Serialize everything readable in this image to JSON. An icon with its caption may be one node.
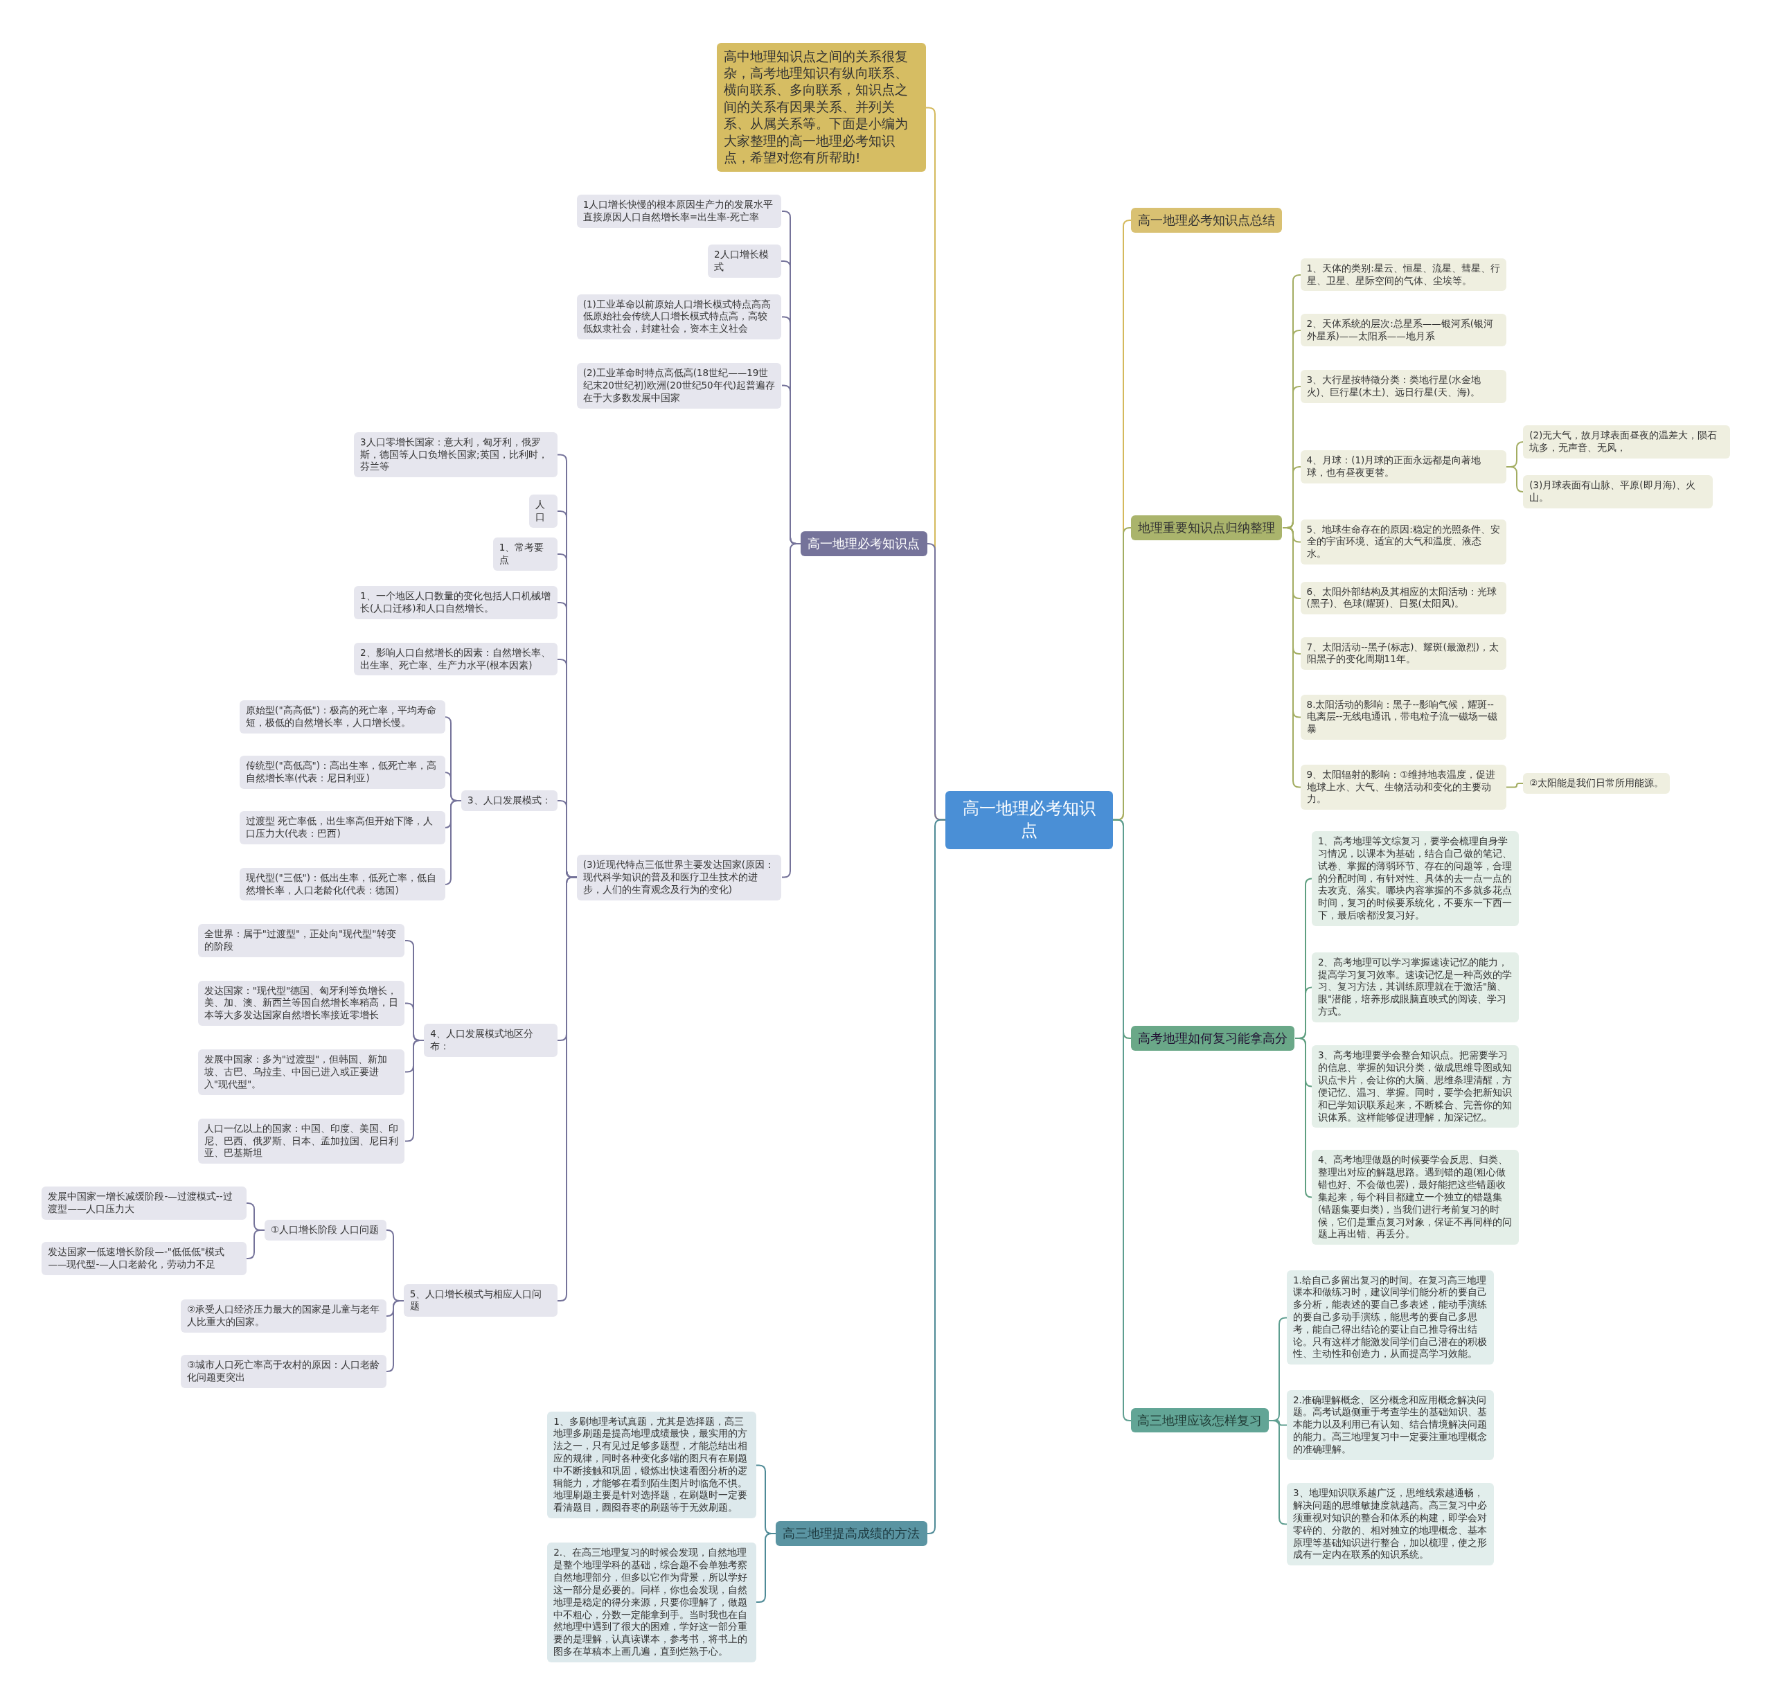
{
  "diagram": {
    "nodes": [
      {
        "text": [
          "高一地理必考知识点"
        ]
      },
      {
        "text": [
          "高中地理知识点之间的关系很复杂，高考地理知识有纵向联系、横向联系、多向联系，知识点之间的关系有因果关系、并列关系、从属关系等。下面是小编为大家整理的高一地理必考知识点，希望对您有所帮助!"
        ]
      },
      {
        "text": [
          "高一地理必考知识点"
        ]
      },
      {
        "text": [
          "1人口增长快慢的根本原因生产力的发展水平直接原因人口自然增长率=出生率-死亡率"
        ]
      },
      {
        "text": [
          "2人口增长模式"
        ]
      },
      {
        "text": [
          "(1)工业革命以前原始人口增长模式特点高高低原始社会传统人口增长模式特点高，高较低奴隶社会，封建社会，资本主义社会"
        ]
      },
      {
        "text": [
          "(2)工业革命时特点高低高(18世纪——19世纪末20世纪初)欧洲(20世纪50年代)起普遍存在于大多数发展中国家"
        ]
      },
      {
        "text": [
          "(3)近现代特点三低世界主要发达国家(原因：现代科学知识的普及和医疗卫生技术的进步，人们的生育观念及行为的变化)"
        ]
      },
      {
        "text": [
          "3人口零增长国家：意大利，匈牙利，俄罗斯，德国等人口负增长国家;英国，比利时，芬兰等"
        ]
      },
      {
        "text": [
          "人口"
        ]
      },
      {
        "text": [
          "1、常考要点"
        ]
      },
      {
        "text": [
          "1、一个地区人口数量的变化包括人口机械增长(人口迁移)和人口自然增长。"
        ]
      },
      {
        "text": [
          "2、影响人口自然增长的因素：自然增长率、出生率、死亡率、生产力水平(根本因素)"
        ]
      },
      {
        "text": [
          "3、人口发展模式："
        ]
      },
      {
        "text": [
          "原始型(\"高高低\")：极高的死亡率，平均寿命短，极低的自然增长率，人口增长慢。"
        ]
      },
      {
        "text": [
          "传统型(\"高低高\")：高出生率，低死亡率，高自然增长率(代表：尼日利亚)"
        ]
      },
      {
        "text": [
          "过渡型 死亡率低，出生率高但开始下降，人口压力大(代表：巴西)"
        ]
      },
      {
        "text": [
          "现代型(\"三低\")：低出生率，低死亡率，低自然增长率，人口老龄化(代表：德国)"
        ]
      },
      {
        "text": [
          "4、人口发展模式地区分布："
        ]
      },
      {
        "text": [
          "全世界：属于\"过渡型\"，正处向\"现代型\"转变的阶段"
        ]
      },
      {
        "text": [
          "发达国家：\"现代型\"德国、匈牙利等负增长，美、加、澳、新西兰等国自然增长率稍高，日本等大多发达国家自然增长率接近零增长"
        ]
      },
      {
        "text": [
          "发展中国家：多为\"过渡型\"，但韩国、新加坡、古巴、乌拉圭、中国已进入或正要进入\"现代型\"。"
        ]
      },
      {
        "text": [
          "人口一亿以上的国家：中国、印度、美国、印尼、巴西、俄罗斯、日本、孟加拉国、尼日利亚、巴基斯坦"
        ]
      },
      {
        "text": [
          "5、人口增长模式与相应人口问题"
        ]
      },
      {
        "text": [
          "①人口增长阶段 人口问题"
        ]
      },
      {
        "text": [
          "发展中国家一增长减缓阶段-—过渡模式--过渡型——人口压力大"
        ]
      },
      {
        "text": [
          "发达国家一低速增长阶段—-\"低低低\"模式——现代型-—人口老龄化，劳动力不足"
        ]
      },
      {
        "text": [
          "②承受人口经济压力最大的国家是儿童与老年人比重大的国家。"
        ]
      },
      {
        "text": [
          "③城市人口死亡率高于农村的原因：人口老龄化问题更突出"
        ]
      },
      {
        "text": [
          "高三地理提高成绩的方法"
        ]
      },
      {
        "text": [
          "1、多刷地理考试真题，尤其是选择题，高三地理多刷题是提高地理成绩最快，最实用的方法之一，只有见过足够多题型，才能总结出相应的规律，同时各种变化多端的图只有在刷题中不断接触和巩固，锻炼出快速看图分析的逻辑能力，才能够在看到陌生图片时临危不惧。地理刷题主要是针对选择题，在刷题时一定要看清题目，囫囵吞枣的刷题等于无效刷题。"
        ]
      },
      {
        "text": [
          "2.、在高三地理复习的时候会发现，自然地理是整个地理学科的基础，综合题不会单独考察自然地理部分，但多以它作为背景，所以学好这一部分是必要的。同样，你也会发现，自然地理是稳定的得分来源，只要你理解了，做题中不粗心，分数一定能拿到手。当时我也在自然地理中遇到了很大的困难，学好这一部分重要的是理解，认真读课本，参考书，将书上的图多在草稿本上画几遍，直到烂熟于心。"
        ]
      },
      {
        "text": [
          "高一地理必考知识点总结"
        ]
      },
      {
        "text": [
          "地理重要知识点归纳整理"
        ]
      },
      {
        "text": [
          "1、天体的类别:星云、恒星、流星、彗星、行星、卫星、星际空间的气体、尘埃等。"
        ]
      },
      {
        "text": [
          "2、天体系统的层次:总星系——银河系(银河外星系)——太阳系——地月系"
        ]
      },
      {
        "text": [
          "3、大行星按特徵分类：类地行星(水金地火)、巨行星(木土)、远日行星(天、海)。"
        ]
      },
      {
        "text": [
          "4、月球：(1)月球的正面永远都是向著地球，也有昼夜更替。"
        ]
      },
      {
        "text": [
          "(2)无大气，故月球表面昼夜的温差大，陨石坑多，无声音、无风，"
        ]
      },
      {
        "text": [
          "(3)月球表面有山脉、平原(即月海)、火山。"
        ]
      },
      {
        "text": [
          "5、地球生命存在的原因:稳定的光照条件、安全的宇宙环境、适宜的大气和温度、液态水。"
        ]
      },
      {
        "text": [
          "6、太阳外部结构及其相应的太阳活动：光球(黑子)、色球(耀斑)、日冕(太阳风)。"
        ]
      },
      {
        "text": [
          "7、太阳活动--黑子(标志)、耀斑(最激烈)，太阳黑子的变化周期11年。"
        ]
      },
      {
        "text": [
          "8.太阳活动的影响：黑子--影响气候，耀斑--电离层--无线电通讯，带电粒子流一磁场一磁暴"
        ]
      },
      {
        "text": [
          "9、太阳辐射的影响：①维持地表温度，促进地球上水、大气、生物活动和变化的主要动力。"
        ]
      },
      {
        "text": [
          "②太阳能是我们日常所用能源。"
        ]
      },
      {
        "text": [
          "高考地理如何复习能拿高分"
        ]
      },
      {
        "text": [
          "1、高考地理等文综复习，要学会梳理自身学习情况，以课本为基础，结合自己做的笔记、试卷、掌握的薄弱环节、存在的问题等，合理的分配时间，有针对性、具体的去一点一点的去攻克、落实。哪块内容掌握的不多就多花点时间，复习的时候要系统化，不要东一下西一下，最后啥都没复习好。"
        ]
      },
      {
        "text": [
          "2、高考地理可以学习掌握速读记忆的能力，提高学习复习效率。速读记忆是一种高效的学习、复习方法，其训练原理就在于激活\"脑、眼\"潜能，培养形成眼脑直映式的阅读、学习方式。"
        ]
      },
      {
        "text": [
          "3、高考地理要学会整合知识点。把需要学习的信息、掌握的知识分类，做成思维导图或知识点卡片，会让你的大脑、思维条理清醒，方便记忆、温习、掌握。同时，要学会把新知识和已学知识联系起来，不断糅合、完善你的知识体系。这样能够促进理解，加深记忆。"
        ]
      },
      {
        "text": [
          "4、高考地理做题的时候要学会反思、归类、整理出对应的解题思路。遇到错的题(粗心做错也好、不会做也罢)，最好能把这些错题收集起来，每个科目都建立一个独立的错题集(错题集要归类)，当我们进行考前复习的时候，它们是重点复习对象，保证不再同样的问题上再出错、再丢分。"
        ]
      },
      {
        "text": [
          "高三地理应该怎样复习"
        ]
      },
      {
        "text": [
          "1.给自己多留出复习的时间。在复习高三地理课本和做练习时，建议同学们能分析的要自己多分析，能表述的要自己多表述，能动手演练的要自己多动手演练，能思考的要自己多思考，能自己得出结论的要让自己推导得出结论。只有这样才能激发同学们自己潜在的积极性、主动性和创造力，从而提高学习效能。"
        ]
      },
      {
        "text": [
          "2.准确理解概念、区分概念和应用概念解决问题。高考试题侧重于考查学生的基础知识、基本能力以及利用已有认知、结合情境解决问题的能力。高三地理复习中一定要注重地理概念的准确理解。"
        ]
      },
      {
        "text": [
          "3、地理知识联系越广泛，思维线索越通畅，解决问题的思维敏捷度就越高。高三复习中必须重视对知识的整合和体系的构建，即学会对零碎的、分散的、相对独立的地理概念、基本原理等基础知识进行整合，加以梳理，使之形成有一定内在联系的知识系统。"
        ]
      }
    ],
    "edges": [
      {
        "from": 0,
        "to": 1,
        "arrow": "none",
        "color": "#d4b95c"
      },
      {
        "from": 0,
        "to": 2,
        "arrow": "none"
      },
      {
        "from": 0,
        "to": 29,
        "arrow": "none",
        "color": "#4e8a96"
      },
      {
        "from": 0,
        "to": 32,
        "arrow": "none",
        "color": "#d4b95c"
      },
      {
        "from": 0,
        "to": 33,
        "arrow": "none",
        "color": "#a3ad62"
      },
      {
        "from": 0,
        "to": 46,
        "arrow": "none",
        "color": "#5f9f80"
      },
      {
        "from": 0,
        "to": 51,
        "arrow": "none",
        "color": "#5e9e90"
      },
      {
        "from": 2,
        "to": 3,
        "arrow": "none"
      },
      {
        "from": 2,
        "to": 4,
        "arrow": "none"
      },
      {
        "from": 2,
        "to": 5,
        "arrow": "none"
      },
      {
        "from": 2,
        "to": 6,
        "arrow": "none"
      },
      {
        "from": 2,
        "to": 7,
        "arrow": "none"
      },
      {
        "from": 7,
        "to": 8,
        "arrow": "none"
      },
      {
        "from": 7,
        "to": 9,
        "arrow": "none"
      },
      {
        "from": 7,
        "to": 10,
        "arrow": "none"
      },
      {
        "from": 7,
        "to": 11,
        "arrow": "none"
      },
      {
        "from": 7,
        "to": 12,
        "arrow": "none"
      },
      {
        "from": 7,
        "to": 13,
        "arrow": "none"
      },
      {
        "from": 13,
        "to": 14,
        "arrow": "none"
      },
      {
        "from": 13,
        "to": 15,
        "arrow": "none"
      },
      {
        "from": 13,
        "to": 16,
        "arrow": "none"
      },
      {
        "from": 13,
        "to": 17,
        "arrow": "none"
      },
      {
        "from": 7,
        "to": 18,
        "arrow": "none"
      },
      {
        "from": 18,
        "to": 19,
        "arrow": "none"
      },
      {
        "from": 18,
        "to": 20,
        "arrow": "none"
      },
      {
        "from": 18,
        "to": 21,
        "arrow": "none"
      },
      {
        "from": 18,
        "to": 22,
        "arrow": "none"
      },
      {
        "from": 7,
        "to": 23,
        "arrow": "none"
      },
      {
        "from": 23,
        "to": 24,
        "arrow": "none"
      },
      {
        "from": 24,
        "to": 25,
        "arrow": "none"
      },
      {
        "from": 24,
        "to": 26,
        "arrow": "none"
      },
      {
        "from": 23,
        "to": 27,
        "arrow": "none"
      },
      {
        "from": 23,
        "to": 28,
        "arrow": "none"
      },
      {
        "from": 29,
        "to": 30,
        "arrow": "none",
        "color": "#4e8a96"
      },
      {
        "from": 29,
        "to": 31,
        "arrow": "none",
        "color": "#4e8a96"
      },
      {
        "from": 33,
        "to": 34,
        "arrow": "none",
        "color": "#a3ad62"
      },
      {
        "from": 33,
        "to": 35,
        "arrow": "none",
        "color": "#a3ad62"
      },
      {
        "from": 33,
        "to": 36,
        "arrow": "none",
        "color": "#a3ad62"
      },
      {
        "from": 33,
        "to": 37,
        "arrow": "none",
        "color": "#a3ad62"
      },
      {
        "from": 37,
        "to": 38,
        "arrow": "none",
        "color": "#a3ad62"
      },
      {
        "from": 37,
        "to": 39,
        "arrow": "none",
        "color": "#a3ad62"
      },
      {
        "from": 33,
        "to": 40,
        "arrow": "none",
        "color": "#a3ad62"
      },
      {
        "from": 33,
        "to": 41,
        "arrow": "none",
        "color": "#a3ad62"
      },
      {
        "from": 33,
        "to": 42,
        "arrow": "none",
        "color": "#a3ad62"
      },
      {
        "from": 33,
        "to": 43,
        "arrow": "none",
        "color": "#a3ad62"
      },
      {
        "from": 33,
        "to": 44,
        "arrow": "none",
        "color": "#a3ad62"
      },
      {
        "from": 44,
        "to": 45,
        "arrow": "none",
        "color": "#a3ad62"
      },
      {
        "from": 46,
        "to": 47,
        "arrow": "none",
        "color": "#5f9f80"
      },
      {
        "from": 46,
        "to": 48,
        "arrow": "none",
        "color": "#5f9f80"
      },
      {
        "from": 46,
        "to": 49,
        "arrow": "none",
        "color": "#5f9f80"
      },
      {
        "from": 46,
        "to": 50,
        "arrow": "none",
        "color": "#5f9f80"
      },
      {
        "from": 51,
        "to": 52,
        "arrow": "none",
        "color": "#5e9e90"
      },
      {
        "from": 51,
        "to": 53,
        "arrow": "none",
        "color": "#5e9e90"
      },
      {
        "from": 51,
        "to": 54,
        "arrow": "none",
        "color": "#5e9e90"
      }
    ]
  }
}
